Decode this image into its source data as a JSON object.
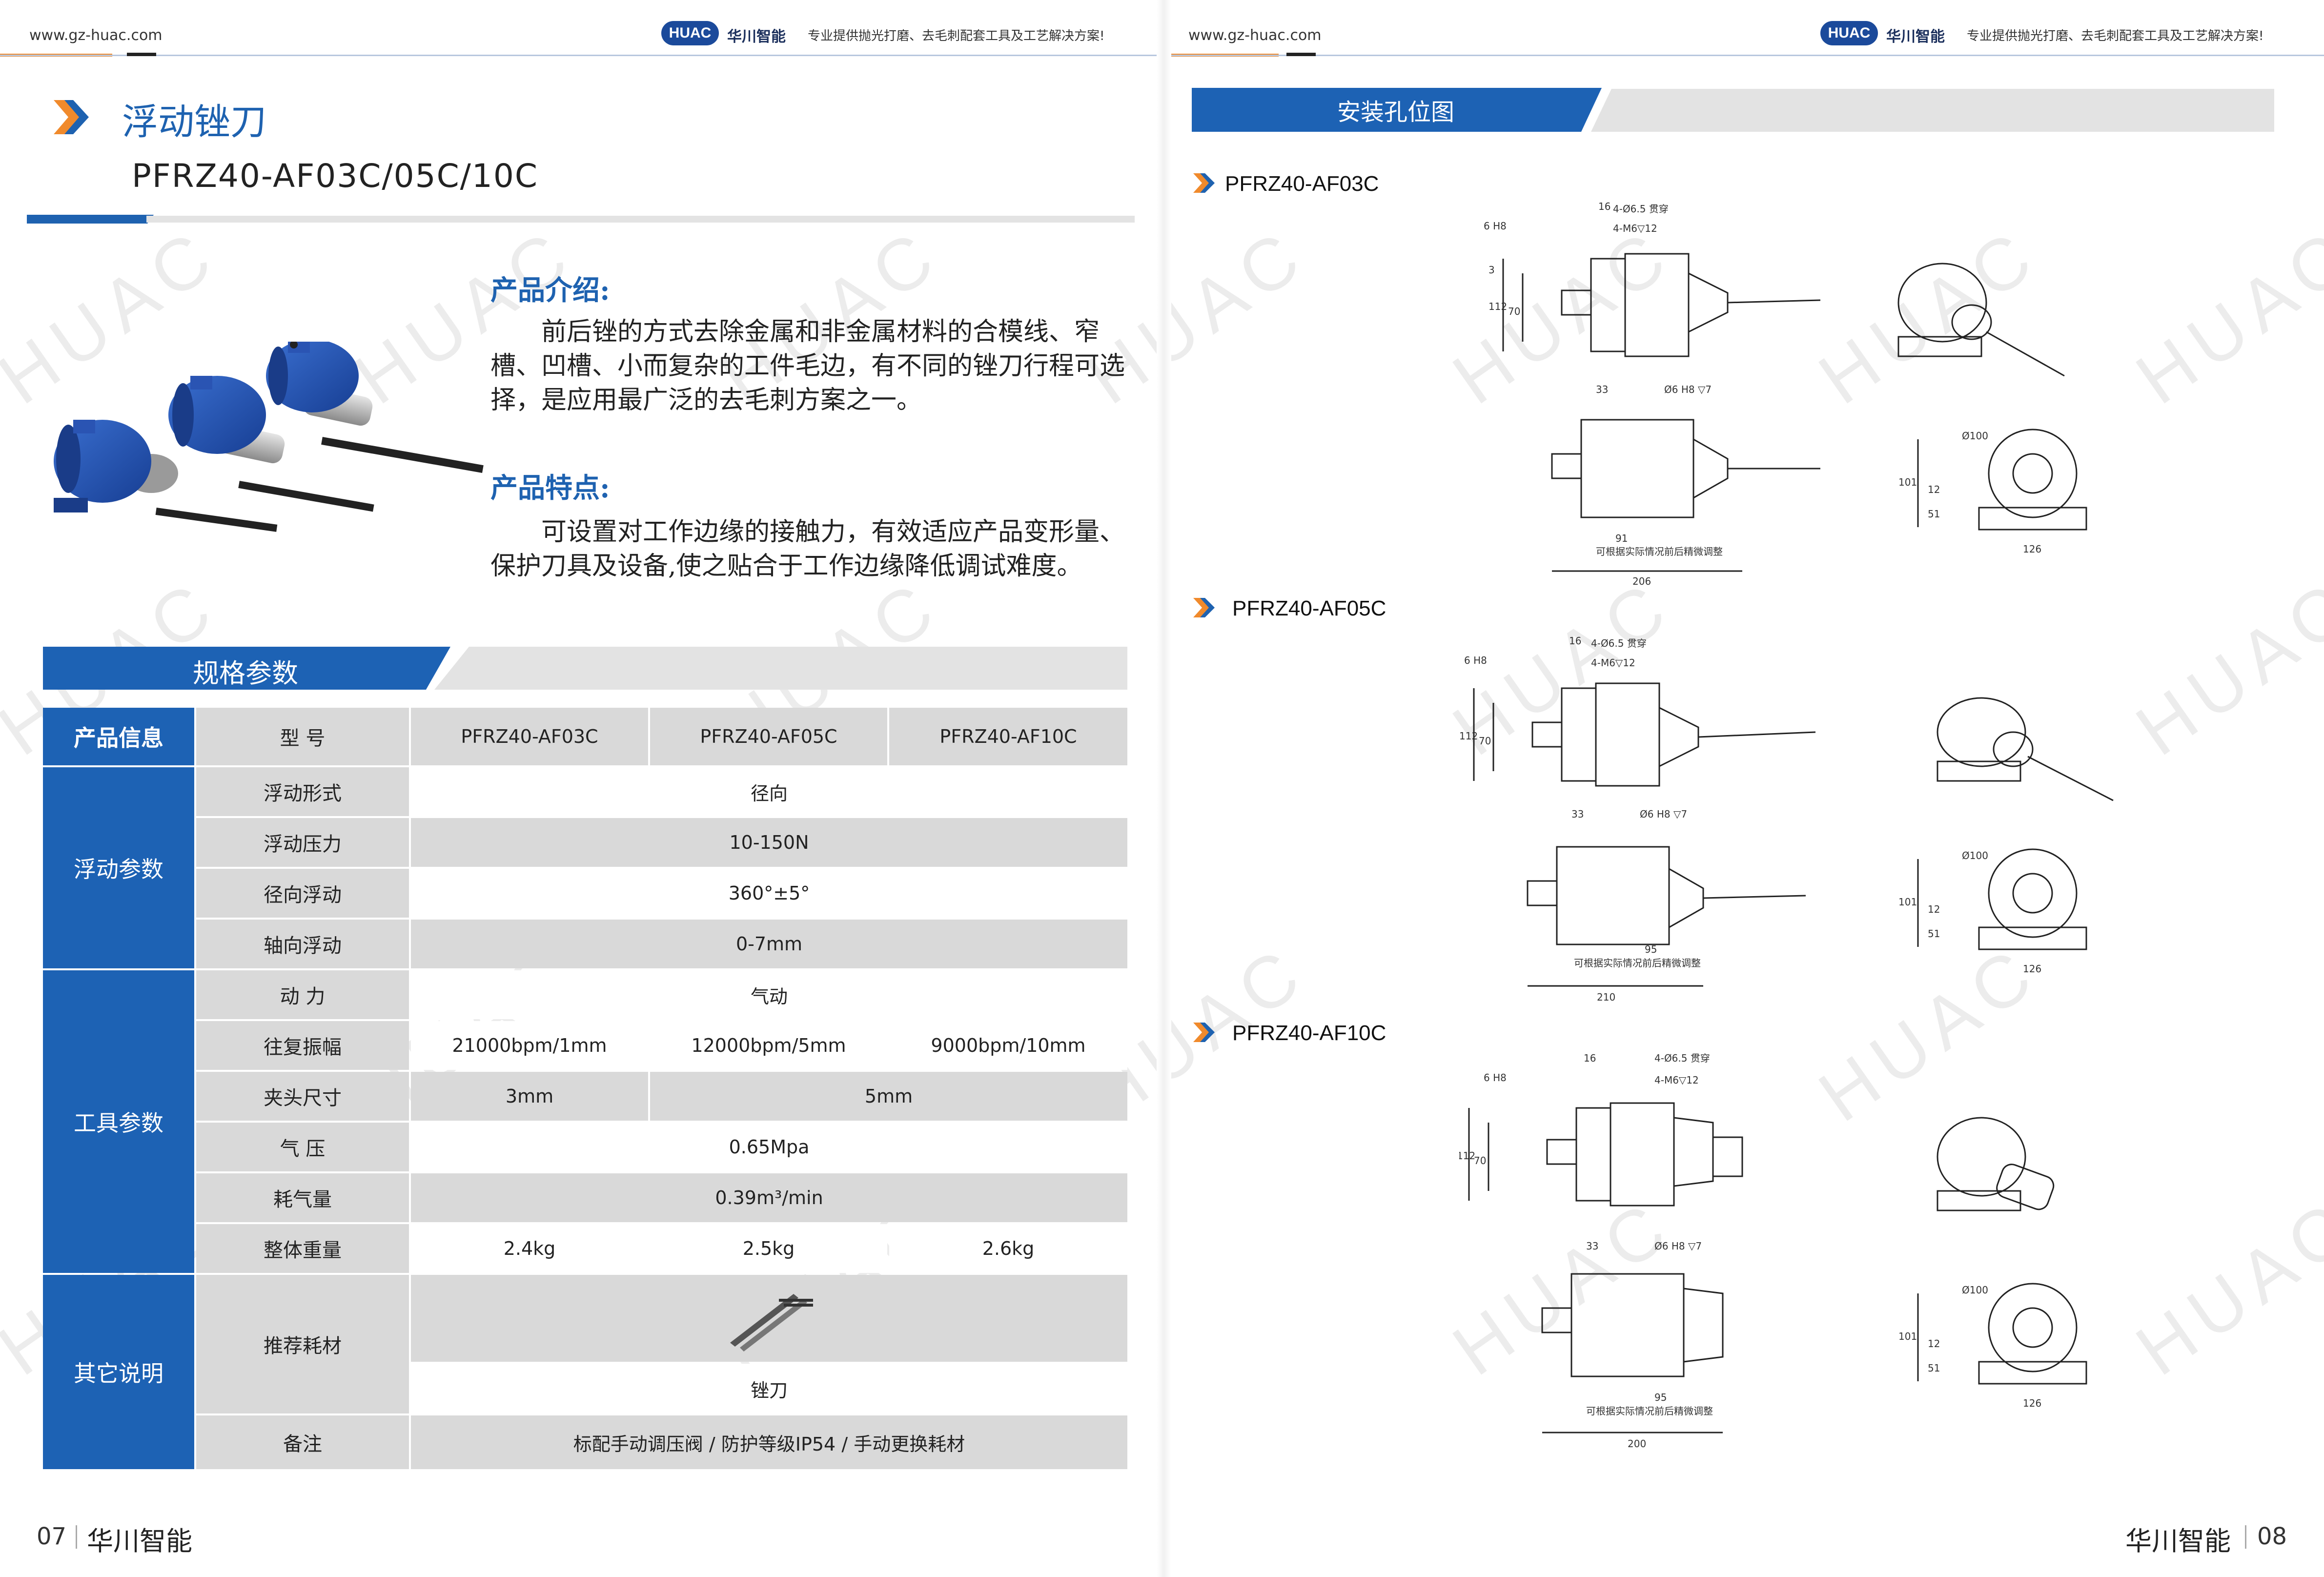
{
  "watermark": "HUAC",
  "header": {
    "website": "www.gz-huac.com",
    "logo_text": "HUAC",
    "logo_cn": "华川智能",
    "slogan": "专业提供抛光打磨、去毛刺配套工具及工艺解决方案!"
  },
  "left": {
    "title": "浮动锉刀",
    "model": "PFRZ40-AF03C/05C/10C",
    "intro_heading": "产品介绍:",
    "intro_text": "前后锉的方式去除金属和非金属材料的合模线、窄槽、凹槽、小而复杂的工件毛边，有不同的锉刀行程可选择，是应用最广泛的去毛刺方案之一。",
    "feature_heading": "产品特点:",
    "feature_text": "可设置对工作边缘的接触力，有效适应产品变形量、保护刀具及设备,使之贴合于工作边缘降低调试难度。",
    "spec_banner": "规格参数"
  },
  "table": {
    "head": {
      "cat": "产品信息",
      "label": "型 号",
      "m1": "PFRZ40-AF03C",
      "m2": "PFRZ40-AF05C",
      "m3": "PFRZ40-AF10C"
    },
    "cat_float": "浮动参数",
    "cat_tool": "工具参数",
    "cat_other": "其它说明",
    "rows": {
      "r1": {
        "label": "浮动形式",
        "value": "径向"
      },
      "r2": {
        "label": "浮动压力",
        "value": "10-150N"
      },
      "r3": {
        "label": "径向浮动",
        "value": "360°±5°"
      },
      "r4": {
        "label": "轴向浮动",
        "value": "0-7mm"
      },
      "r5": {
        "label": "动 力",
        "value": "气动"
      },
      "r6": {
        "label": "往复振幅",
        "v1": "21000bpm/1mm",
        "v2": "12000bpm/5mm",
        "v3": "9000bpm/10mm"
      },
      "r7": {
        "label": "夹头尺寸",
        "v1": "3mm",
        "v2": "5mm"
      },
      "r8": {
        "label": "气 压",
        "value": "0.65Mpa"
      },
      "r9": {
        "label": "耗气量",
        "value": "0.39m³/min"
      },
      "r10": {
        "label": "整体重量",
        "v1": "2.4kg",
        "v2": "2.5kg",
        "v3": "2.6kg"
      },
      "r11": {
        "label": "推荐耗材",
        "value": "锉刀"
      },
      "r12": {
        "label": "备注",
        "value": "标配手动调压阀 / 防护等级IP54 / 手动更换耗材"
      }
    }
  },
  "right": {
    "banner": "安装孔位图",
    "sections": [
      "PFRZ40-AF03C",
      "PFRZ40-AF05C",
      "PFRZ40-AF10C"
    ],
    "dims": {
      "hole1": "4-Ø6.5 贯穿",
      "hole2": "4-M6▽12",
      "pin": "6 H8",
      "pin2": "Ø6 H8 ▽7",
      "d16": "16",
      "d3": "3",
      "d112": "112",
      "d70": "70",
      "d33": "33",
      "d100": "Ø100",
      "d101": "101",
      "d12": "12",
      "d51": "51",
      "d126": "126",
      "note": "可根据实际情况前后精微调整",
      "a1_91": "91",
      "a1_206": "206",
      "a2_95": "95",
      "a2_210": "210",
      "a3_95": "95",
      "a3_200": "200"
    }
  },
  "footer": {
    "left_page": "07",
    "right_page": "08",
    "brand": "华川智能"
  }
}
